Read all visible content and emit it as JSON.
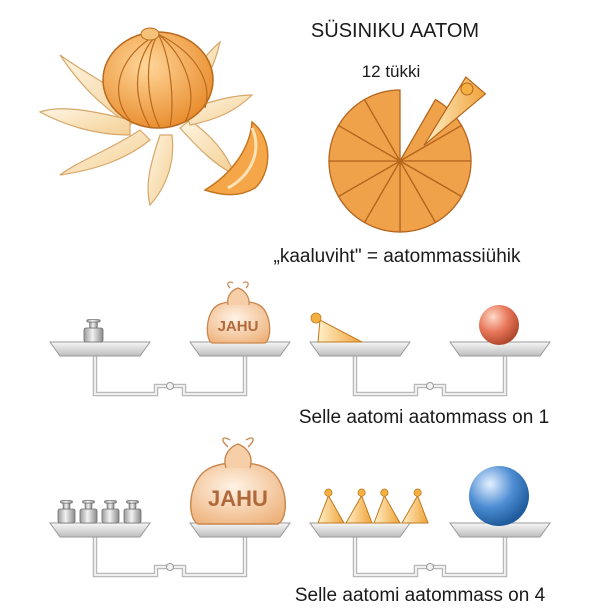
{
  "title": "SÜSINIKU AATOM",
  "pieces_label": "12 tükki",
  "definition_label": "„kaaluviht\" = aatommassiühik",
  "caption_row1": "Selle aatomi aatommass on 1",
  "caption_row2": "Selle aatomi aatommass on 4",
  "sack_label": "JAHU",
  "pie_slices": 12,
  "row1": {
    "weights": 1,
    "wedges": 1
  },
  "row2": {
    "weights": 4,
    "wedges": 4
  },
  "colors": {
    "orange": "#f0a24a",
    "orange_dark": "#d9822b",
    "petal": "#fbe7c2",
    "metal": "#d9d9d9",
    "sphere_red": "#e8775a",
    "sphere_blue": "#4f8ed4",
    "sack": "#f6cfa8"
  }
}
